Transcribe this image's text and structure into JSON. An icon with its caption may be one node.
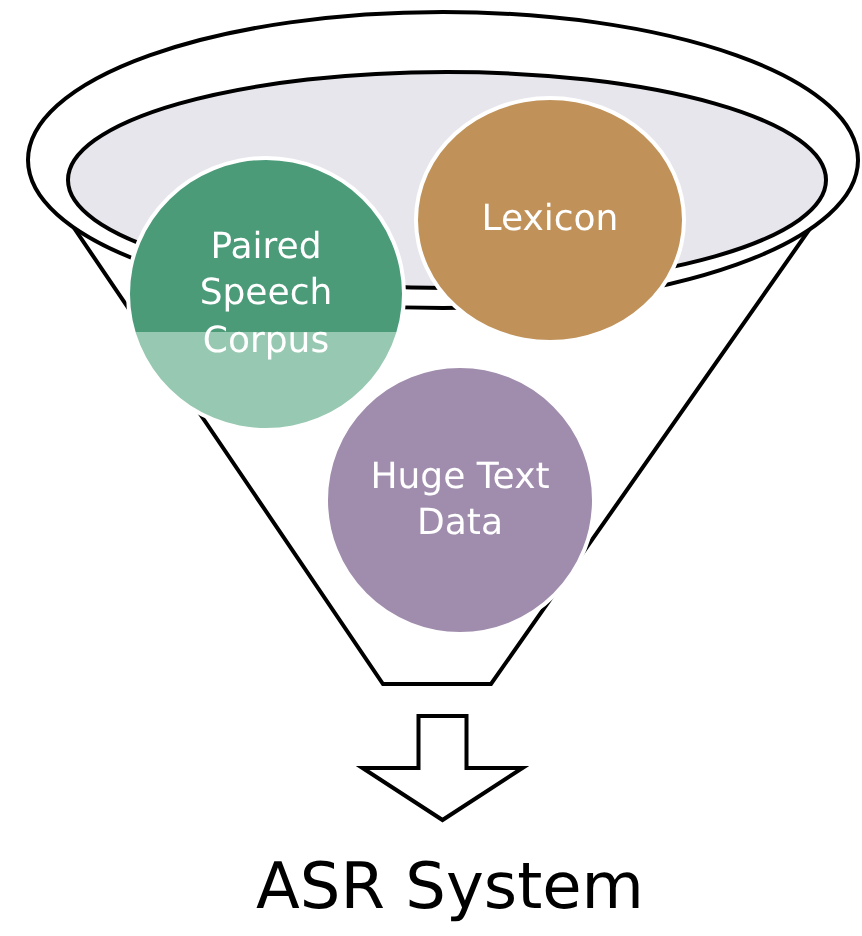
{
  "diagram": {
    "nodes": [
      {
        "text": [],
        "shape": "funnel"
      },
      {
        "text": [
          "Paired Speech Corpus"
        ],
        "in": 0
      },
      {
        "text": [
          "Lexicon"
        ]
      },
      {
        "text": [
          "Huge Text Data"
        ],
        "in": 0
      },
      {
        "text": [
          "ASR System"
        ]
      }
    ],
    "edges": [
      {
        "from": 0,
        "to": 4,
        "arrow": "to"
      }
    ]
  }
}
